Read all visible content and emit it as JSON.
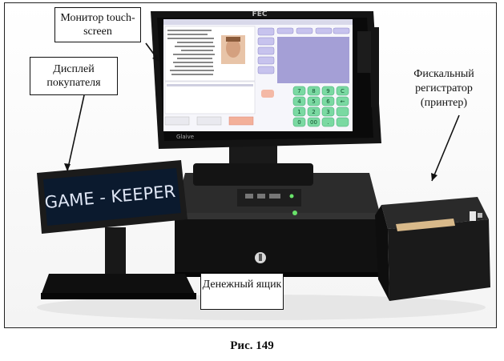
{
  "callouts": {
    "monitor": "Монитор touch-screen",
    "customer_display": "Дисплей покупателя",
    "fiscal_printer": "Фискальный регистратор (принтер)",
    "cash_drawer": "Денежный ящик"
  },
  "device_text": {
    "monitor_brand": "FEC",
    "monitor_model": "Glaive",
    "customer_display_text": "GAME - KEEPER",
    "keypad_keys": [
      "7",
      "8",
      "9",
      "C",
      "4",
      "5",
      "6",
      "←",
      "1",
      "2",
      "3",
      "",
      "0",
      "00",
      ".",
      ""
    ]
  },
  "caption": "Рис. 149",
  "colors": {
    "keypad_key": "#7ad9a2",
    "screen_side_panel": "#a49fd6",
    "vfd_background": "#0b1a2e",
    "vfd_text": "#dfe6f5"
  }
}
